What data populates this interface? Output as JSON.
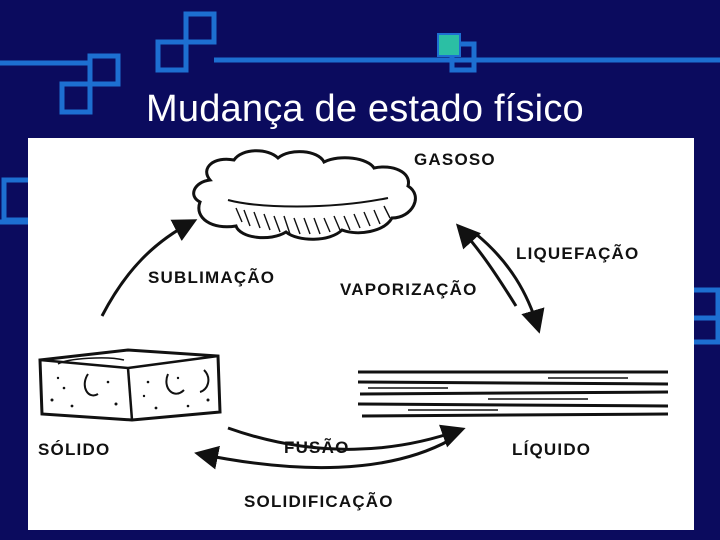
{
  "slide": {
    "title": "Mudança de estado físico"
  },
  "diagram": {
    "states": {
      "gas": "GASOSO",
      "liquid": "LÍQUIDO",
      "solid": "SÓLIDO"
    },
    "processes": {
      "sublimation": "SUBLIMAÇÃO",
      "vaporization": "VAPORIZAÇÃO",
      "liquefaction": "LIQUEFAÇÃO",
      "fusion": "FUSÃO",
      "solidification": "SOLIDIFICAÇÃO"
    }
  },
  "colors": {
    "background": "#0b0b5e",
    "decoration": "#1d6fd1",
    "accent": "#2bbfa4",
    "title": "#ffffff"
  }
}
